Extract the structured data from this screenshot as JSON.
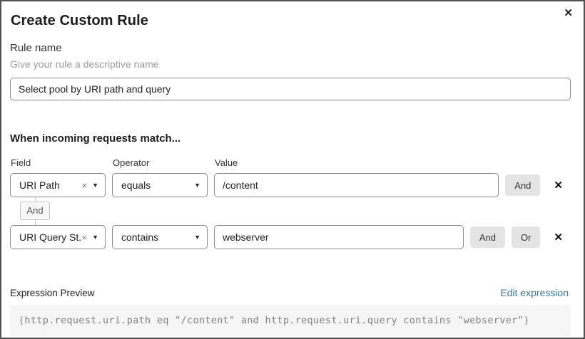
{
  "modal": {
    "title": "Create Custom Rule"
  },
  "icons": {
    "close": "✕",
    "clear": "×",
    "caret": "▼",
    "remove": "✕"
  },
  "rule_name": {
    "label": "Rule name",
    "hint": "Give your rule a descriptive name",
    "value": "Select pool by URI path and query"
  },
  "matcher": {
    "heading": "When incoming requests match...",
    "columns": {
      "field": "Field",
      "operator": "Operator",
      "value": "Value"
    },
    "rows": [
      {
        "field": "URI Path",
        "operator": "equals",
        "value": "/content",
        "connectors": [
          "And"
        ]
      },
      {
        "field": "URI Query St...",
        "operator": "contains",
        "value": "webserver",
        "connectors": [
          "And",
          "Or"
        ]
      }
    ],
    "join_label": "And"
  },
  "expression": {
    "label": "Expression Preview",
    "edit_link": "Edit expression",
    "code": "(http.request.uri.path eq \"/content\" and http.request.uri.query contains \"webserver\")"
  },
  "colors": {
    "link_blue": "#2e7cb0",
    "button_gray": "#e4e4e4",
    "code_background": "#f5f5f5",
    "border_gray": "#8a8a8a"
  }
}
